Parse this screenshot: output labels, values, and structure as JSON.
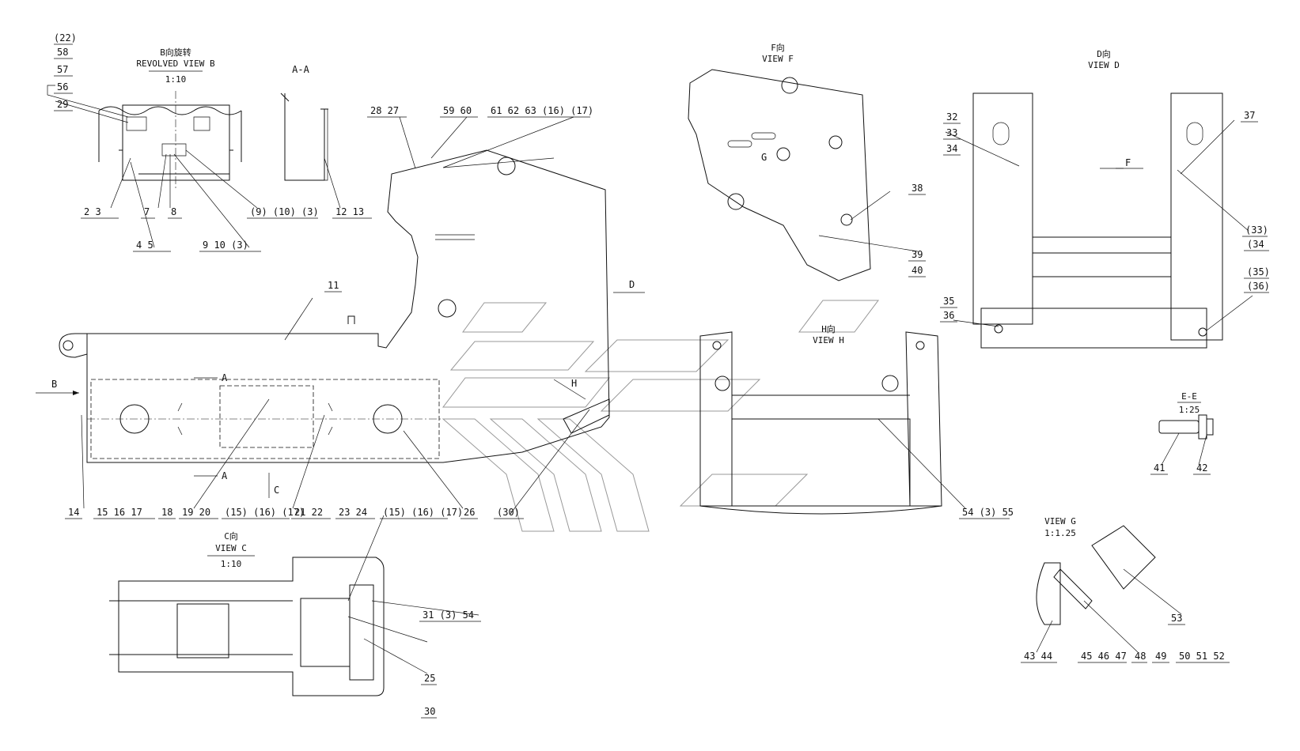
{
  "views": {
    "revolved_b": {
      "cn": "B向旋转",
      "en": "REVOLVED VIEW B",
      "scale": "1:10"
    },
    "section_aa": {
      "title": "A-A"
    },
    "view_f": {
      "cn": "F向",
      "en": "VIEW F"
    },
    "view_d": {
      "cn": "D向",
      "en": "VIEW D"
    },
    "view_h": {
      "cn": "H向",
      "en": "VIEW H"
    },
    "view_c": {
      "cn": "C向",
      "en": "VIEW C",
      "scale": "1:10"
    },
    "view_g": {
      "en": "VIEW G",
      "scale": "1:1.25"
    },
    "section_ee": {
      "title": "E-E",
      "scale": "1:25"
    }
  },
  "arrows": {
    "b": "B",
    "a_top": "A",
    "a_bottom": "A",
    "c": "C",
    "d": "D",
    "h": "H",
    "f": "F",
    "g": "G"
  },
  "callouts": [
    {
      "text": "(22)"
    },
    {
      "text": "58"
    },
    {
      "text": "57"
    },
    {
      "text": "56"
    },
    {
      "text": "29"
    },
    {
      "text": "2  3"
    },
    {
      "text": "7"
    },
    {
      "text": "8"
    },
    {
      "text": "(9)  (10)  (3)"
    },
    {
      "text": "12  13"
    },
    {
      "text": "4  5"
    },
    {
      "text": "9  10  (3)"
    },
    {
      "text": "28 27"
    },
    {
      "text": "59  60"
    },
    {
      "text": "61  62  63  (16) (17)"
    },
    {
      "text": "11"
    },
    {
      "text": "14"
    },
    {
      "text": "15  16  17"
    },
    {
      "text": "18"
    },
    {
      "text": "19  20"
    },
    {
      "text": "(15) (16) (17)"
    },
    {
      "text": "21  22"
    },
    {
      "text": "23  24"
    },
    {
      "text": "(15) (16) (17)"
    },
    {
      "text": "26"
    },
    {
      "text": "(30)"
    },
    {
      "text": "31  (3)  54"
    },
    {
      "text": "25"
    },
    {
      "text": "30"
    },
    {
      "text": "38"
    },
    {
      "text": "39"
    },
    {
      "text": "40"
    },
    {
      "text": "32"
    },
    {
      "text": "33"
    },
    {
      "text": "34"
    },
    {
      "text": "37"
    },
    {
      "text": "(33)"
    },
    {
      "text": "(34"
    },
    {
      "text": "(35)"
    },
    {
      "text": "(36)"
    },
    {
      "text": "35"
    },
    {
      "text": "36"
    },
    {
      "text": "54  (3)  55"
    },
    {
      "text": "41"
    },
    {
      "text": "42"
    },
    {
      "text": "53"
    },
    {
      "text": "43  44"
    },
    {
      "text": "45  46  47"
    },
    {
      "text": "48"
    },
    {
      "text": "49"
    },
    {
      "text": "50  51  52"
    }
  ]
}
